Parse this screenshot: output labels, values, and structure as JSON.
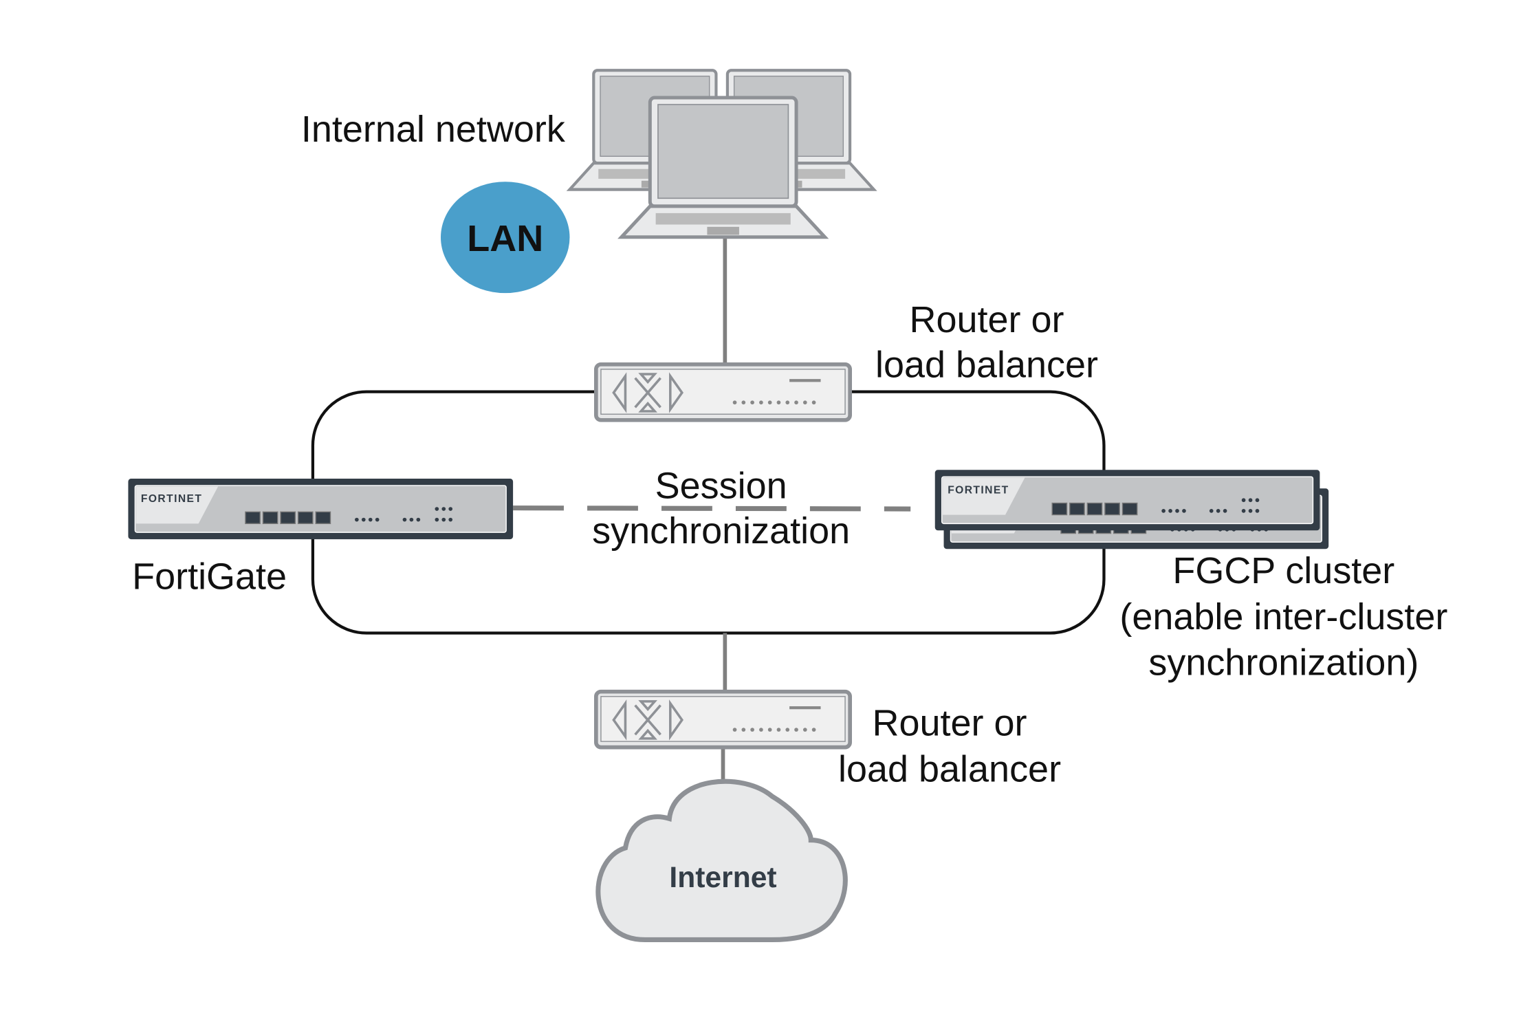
{
  "labels": {
    "internal_network": "Internal network",
    "lan": "LAN",
    "router_top": [
      "Router or",
      "load balancer"
    ],
    "router_bottom": [
      "Router or",
      "load balancer"
    ],
    "session_sync": [
      "Session",
      "synchronization"
    ],
    "fortigate": "FortiGate",
    "fgcp_cluster": [
      "FGCP cluster",
      "(enable inter-cluster",
      "synchronization)"
    ],
    "internet": "Internet"
  },
  "device_brand": "FORTINET",
  "colors": {
    "lan_circle": "#4a9fcb",
    "device_frame": "#333d47",
    "device_face": "#c2c4c6",
    "router_frame": "#8e9196",
    "sync_dash": "#808080",
    "cloud_fill": "#e8e9ea"
  }
}
